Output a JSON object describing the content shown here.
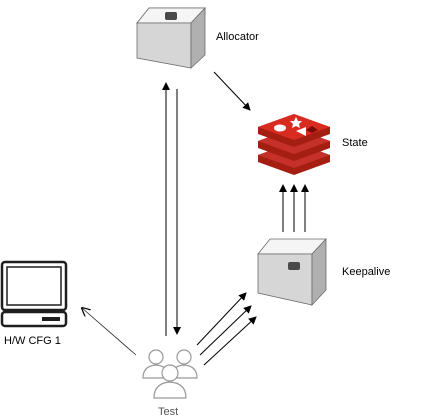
{
  "nodes": {
    "allocator": {
      "label": "Allocator",
      "icon": "server-cube-icon"
    },
    "state": {
      "label": "State",
      "icon": "redis-stack-icon"
    },
    "keepalive": {
      "label": "Keepalive",
      "icon": "server-cube-icon"
    },
    "hw_cfg": {
      "label": "H/W CFG 1",
      "icon": "computer-terminal-icon"
    },
    "test": {
      "label": "Test",
      "icon": "users-group-icon"
    }
  },
  "edges": [
    {
      "from": "allocator",
      "to": "state",
      "direction": "one-way"
    },
    {
      "from": "test",
      "to": "allocator",
      "direction": "one-way"
    },
    {
      "from": "allocator",
      "to": "test",
      "direction": "one-way"
    },
    {
      "from": "test",
      "to": "hw_cfg",
      "direction": "one-way"
    },
    {
      "from": "test",
      "to": "keepalive",
      "direction": "one-way",
      "count": 3
    },
    {
      "from": "keepalive",
      "to": "state",
      "direction": "one-way",
      "count": 3
    }
  ],
  "colors": {
    "cube_top": "#f5f5f5",
    "cube_left": "#d6d6d6",
    "cube_right": "#b0b0b0",
    "redis_red": "#c6302b",
    "redis_dark": "#a41e11",
    "line": "#000000",
    "user_outline": "#999999"
  }
}
